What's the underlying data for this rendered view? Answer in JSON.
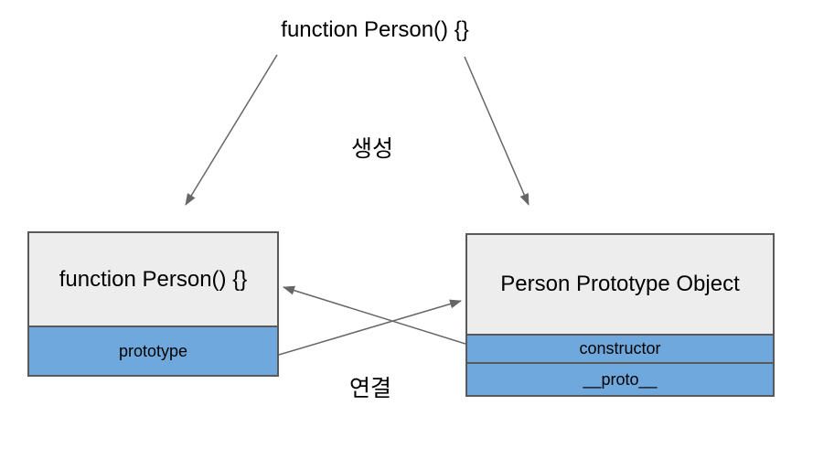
{
  "diagram": {
    "top_label": "function Person() {}",
    "labels": {
      "create": "생성",
      "link": "연결"
    },
    "left_box": {
      "header": "function Person() {}",
      "rows": [
        "prototype"
      ]
    },
    "right_box": {
      "header": "Person Prototype Object",
      "rows": [
        "constructor",
        "__proto__"
      ]
    },
    "arrows": [
      {
        "name": "create-to-function-box",
        "from": "function Person() {} (top)",
        "to": "function Person() {} box"
      },
      {
        "name": "create-to-prototype-object-box",
        "from": "function Person() {} (top)",
        "to": "Person Prototype Object box"
      },
      {
        "name": "prototype-to-prototype-object",
        "from": "prototype",
        "to": "Person Prototype Object"
      },
      {
        "name": "constructor-to-function",
        "from": "constructor",
        "to": "function Person() {}"
      }
    ],
    "colors": {
      "background": "#ffffff",
      "text": "#000000",
      "box_fill": "#ededed",
      "row_fill": "#6fa8dc",
      "border": "#595959",
      "arrow": "#666666"
    }
  }
}
